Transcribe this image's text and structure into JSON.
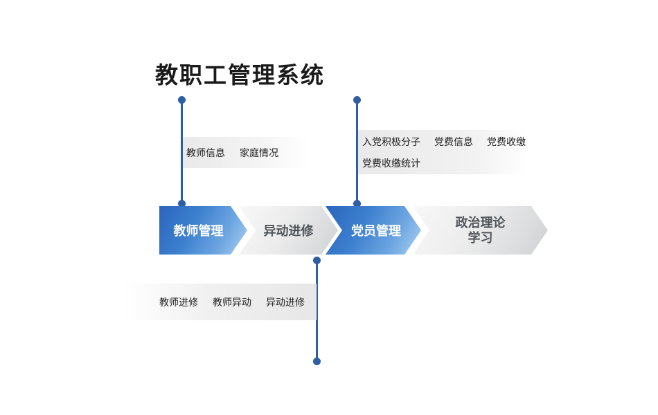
{
  "title": "教职工管理系统",
  "flow": {
    "steps": [
      {
        "label": "教师管理",
        "style": "blue"
      },
      {
        "label": "异动进修",
        "style": "gray"
      },
      {
        "label": "党员管理",
        "style": "blue"
      },
      {
        "label": "政治理论学习",
        "style": "gray"
      }
    ]
  },
  "callouts": {
    "teacher": {
      "items": [
        "教师信息",
        "家庭情况"
      ]
    },
    "party": {
      "row1": [
        "入党积极分子",
        "党费信息",
        "党费收缴"
      ],
      "row2": [
        "党费收缴统计"
      ]
    },
    "transfer": {
      "items": [
        "教师进修",
        "教师异动",
        "异动进修"
      ]
    }
  },
  "colors": {
    "connector_blue": "#2e5fa3",
    "arrow_blue_dark": "#2b65bc",
    "arrow_blue_light": "#a9d2f1",
    "arrow_gray_light": "#f8f8f8",
    "arrow_gray_dark": "#cdd0d3",
    "callout_gray": "#e9e9e9",
    "title_color": "#1a1a1a",
    "gray_arrow_text": "#4f5459"
  }
}
